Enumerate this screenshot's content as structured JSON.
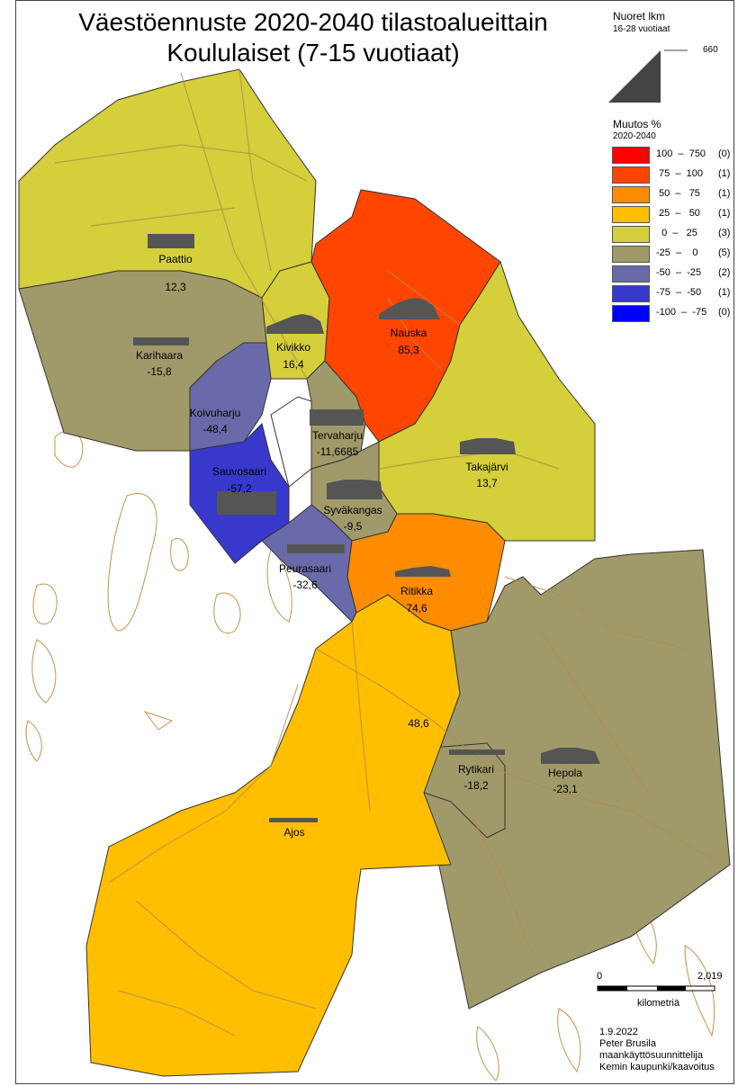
{
  "title": {
    "line1": "Väestöennuste 2020-2040 tilastoalueittain",
    "line2": "Koululaiset (7-15 vuotiaat)"
  },
  "legend": {
    "symbol_title": "Nuoret lkm",
    "symbol_subtitle": "16-28 vuotiaat",
    "symbol_value": "660",
    "class_title": "Muutos %",
    "class_subtitle": "2020-2040",
    "classes": [
      {
        "range": "100  –  750",
        "count": "(0)",
        "color": "#ff0000"
      },
      {
        "range": " 75  –  100",
        "count": "(1)",
        "color": "#ff4500"
      },
      {
        "range": " 50  –   75",
        "count": "(1)",
        "color": "#ff8c00"
      },
      {
        "range": " 25  –   50",
        "count": "(1)",
        "color": "#ffbf00"
      },
      {
        "range": "  0  –   25",
        "count": "(3)",
        "color": "#d4cf3a"
      },
      {
        "range": "-25  –    0",
        "count": "(5)",
        "color": "#a09a6a"
      },
      {
        "range": "-50  –  -25",
        "count": "(2)",
        "color": "#6a6aaa"
      },
      {
        "range": "-75  –  -50",
        "count": "(1)",
        "color": "#3838cc"
      },
      {
        "range": "-100  –  -75",
        "count": "(0)",
        "color": "#0000ff"
      }
    ]
  },
  "regions": [
    {
      "name": "Paattio",
      "value": "12,3"
    },
    {
      "name": "Karihaara",
      "value": "-15,8"
    },
    {
      "name": "Kivikko",
      "value": "16,4"
    },
    {
      "name": "Nauska",
      "value": "85,3"
    },
    {
      "name": "Koivuharju",
      "value": "-48,4"
    },
    {
      "name": "Tervaharju",
      "value": "-11,6685"
    },
    {
      "name": "Takajärvi",
      "value": "13,7"
    },
    {
      "name": "Sauvosaari",
      "value": "-57,2"
    },
    {
      "name": "Syväkangas",
      "value": "-9,5"
    },
    {
      "name": "Peurasaari",
      "value": "-32,6"
    },
    {
      "name": "Ritikka",
      "value": "74,6"
    },
    {
      "name": "",
      "value": "48,6"
    },
    {
      "name": "Rytikari",
      "value": "-18,2"
    },
    {
      "name": "Hepola",
      "value": "-23,1"
    },
    {
      "name": "Ajos",
      "value": ""
    }
  ],
  "scale": {
    "start": "0",
    "end": "2,019",
    "unit": "kilometriä"
  },
  "credits": {
    "date": "1.9.2022",
    "author": "Peter Brusila",
    "role": "maankäyttösuunnittelija",
    "org": "Kemin kaupunki/kaavoitus"
  }
}
